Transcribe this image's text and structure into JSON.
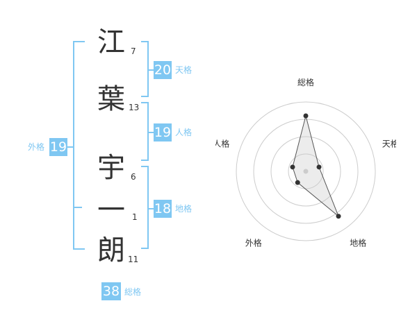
{
  "name": {
    "chars": [
      {
        "char": "江",
        "strokes": "7"
      },
      {
        "char": "葉",
        "strokes": "13"
      },
      {
        "char": "宇",
        "strokes": "6"
      },
      {
        "char": "一",
        "strokes": "1"
      },
      {
        "char": "朗",
        "strokes": "11"
      }
    ]
  },
  "grids": {
    "tenkaku": {
      "value": "20",
      "label": "天格"
    },
    "jinkaku": {
      "value": "19",
      "label": "人格"
    },
    "chikaku": {
      "value": "18",
      "label": "地格"
    },
    "gaikaku": {
      "value": "19",
      "label": "外格"
    },
    "soukaku": {
      "value": "38",
      "label": "総格"
    }
  },
  "colors": {
    "accent": "#7fc7f2",
    "text": "#333333",
    "grid": "#cccccc"
  },
  "chart_data": {
    "type": "radar",
    "axes": [
      "総格",
      "天格",
      "地格",
      "外格",
      "人格"
    ],
    "values": [
      4,
      1,
      4,
      1,
      1
    ],
    "max": 5,
    "rings": 4
  }
}
